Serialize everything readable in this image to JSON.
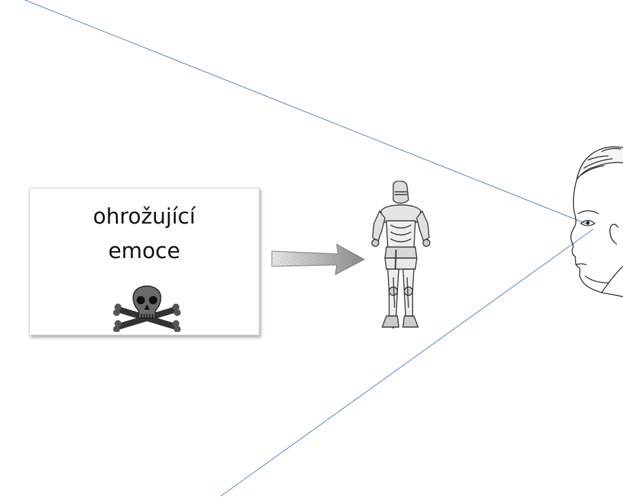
{
  "card": {
    "line1": "ohrožující",
    "line2": "emoce",
    "icon": "skull-crossbones-icon"
  },
  "figures": {
    "arrow": "right-arrow-icon",
    "knight": "armored-knight",
    "head": "profile-head",
    "sight_lines_color": "#4a7fbf"
  }
}
